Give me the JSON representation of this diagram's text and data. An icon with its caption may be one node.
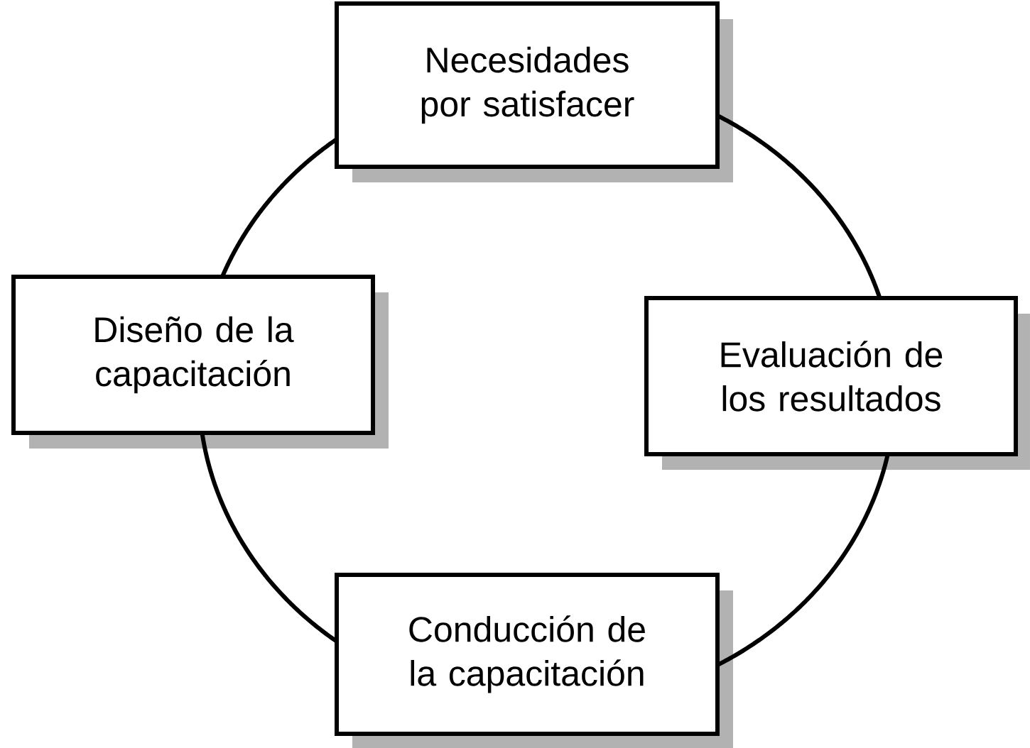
{
  "diagram": {
    "nodes": [
      {
        "text": [
          "Necesidades por satisfacer"
        ]
      },
      {
        "text": [
          "Diseño de la capacitación"
        ]
      },
      {
        "text": [
          "Evaluación de los resultados"
        ]
      },
      {
        "text": [
          "Conducción de la capacitación"
        ]
      }
    ],
    "edges": [
      {
        "from": 0,
        "to": 2,
        "arrow": "none"
      },
      {
        "from": 2,
        "to": 3,
        "arrow": "none"
      },
      {
        "from": 3,
        "to": 1,
        "arrow": "none"
      },
      {
        "from": 1,
        "to": 0,
        "arrow": "none"
      }
    ]
  }
}
